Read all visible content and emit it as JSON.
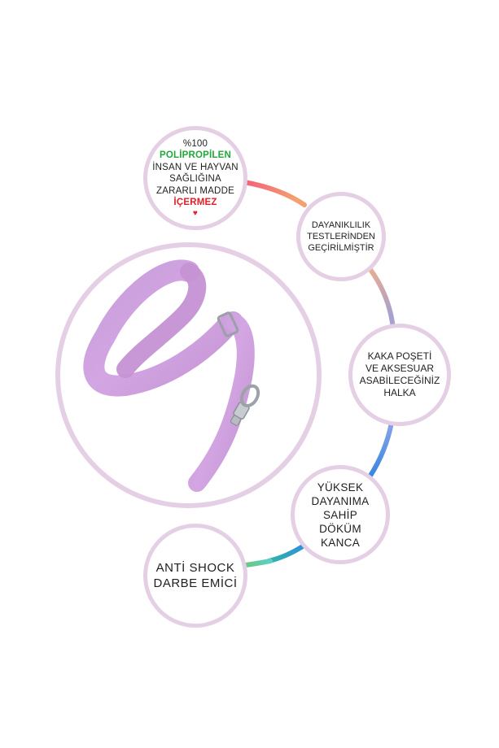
{
  "features": {
    "material": {
      "line1": "%100",
      "line2": "POLİPROPİLEN",
      "line3": "İNSAN VE HAYVAN",
      "line4": "SAĞLIĞINA",
      "line5": "ZARARLI MADDE",
      "line6": "İÇERMEZ",
      "heart": "♥"
    },
    "durability": {
      "line1": "DAYANIKLILIK",
      "line2": "TESTLERİNDEN",
      "line3": "GEÇİRİLMİŞTİR"
    },
    "ring": {
      "line1": "KAKA POŞETİ",
      "line2": "VE AKSESUAR",
      "line3": "ASABİLECEĞİNİZ",
      "line4": "HALKA"
    },
    "hook": {
      "line1": "YÜKSEK",
      "line2": "DAYANIMA",
      "line3": "SAHİP",
      "line4": "DÖKÜM",
      "line5": "KANCA"
    },
    "shock": {
      "line1": "ANTİ SHOCK",
      "line2": "DARBE EMİCİ"
    }
  },
  "colors": {
    "bubble_border": "#e5cfe4",
    "leash": "#c99bd6",
    "accent_green": "#22a83a",
    "accent_red": "#e0202a"
  }
}
